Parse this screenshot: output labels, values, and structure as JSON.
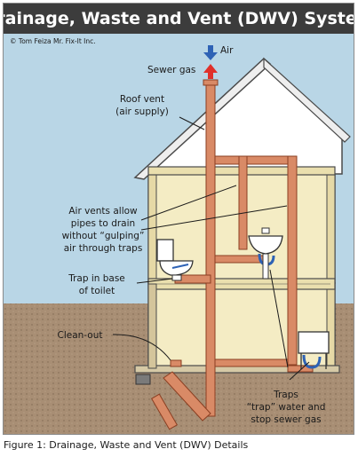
{
  "title": "Drainage, Waste and Vent (DWV) System",
  "copyright": "© Tom Feiza Mr. Fix-It Inc.",
  "labels": {
    "air": "Air",
    "sewer_gas": "Sewer gas",
    "roof_vent": [
      "Roof vent",
      "(air supply)"
    ],
    "air_vents": [
      "Air vents allow",
      "pipes to drain",
      "without “gulping”",
      "air through traps"
    ],
    "toilet_trap": [
      "Trap in base",
      "of toilet"
    ],
    "clean_out": "Clean-out",
    "traps": [
      "Traps",
      "“trap” water and",
      "stop sewer gas"
    ]
  },
  "caption": "Figure 1: Drainage, Waste and Vent (DWV) Details",
  "colors": {
    "title_bar": "#3c3c3c",
    "sky": "#b9d6e6",
    "ground": "#a88e74",
    "pipe": "#d98a66",
    "wall": "#f4ecc4",
    "air_arrow": "#2e62b5",
    "gas_arrow": "#e0302a"
  }
}
